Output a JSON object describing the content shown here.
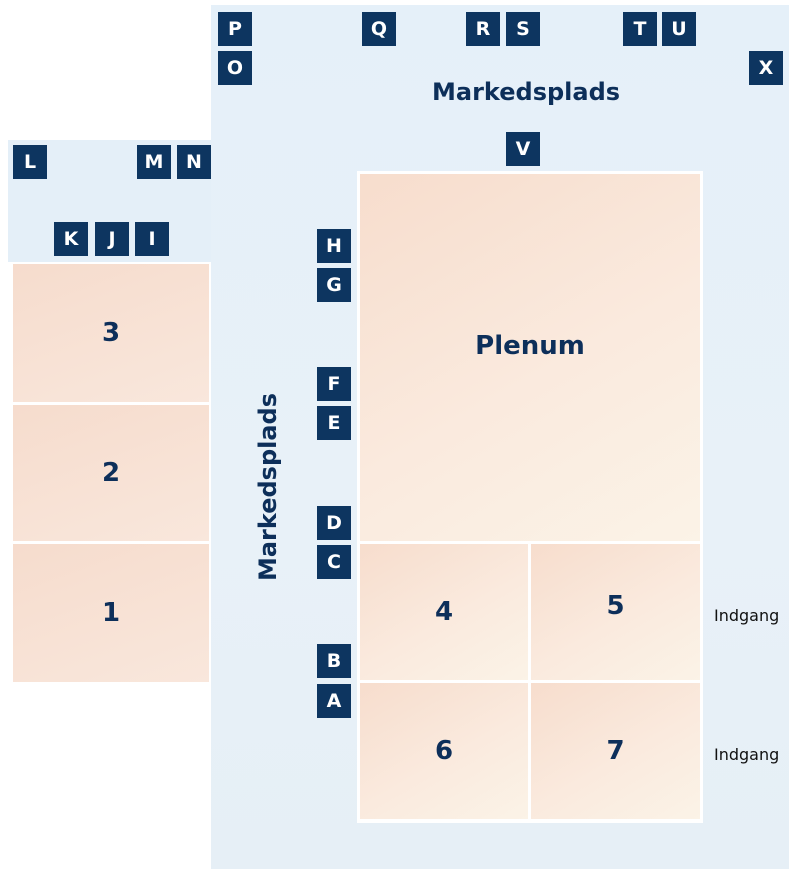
{
  "markets": {
    "top_label": "Markedsplads",
    "side_label": "Markedsplads"
  },
  "rooms": {
    "plenum": "Plenum",
    "r1": "1",
    "r2": "2",
    "r3": "3",
    "r4": "4",
    "r5": "5",
    "r6": "6",
    "r7": "7"
  },
  "booths": {
    "A": "A",
    "B": "B",
    "C": "C",
    "D": "D",
    "E": "E",
    "F": "F",
    "G": "G",
    "H": "H",
    "I": "I",
    "J": "J",
    "K": "K",
    "L": "L",
    "M": "M",
    "N": "N",
    "O": "O",
    "P": "P",
    "Q": "Q",
    "R": "R",
    "S": "S",
    "T": "T",
    "U": "U",
    "V": "V",
    "X": "X"
  },
  "entrances": {
    "upper": "Indgang",
    "lower": "Indgang"
  },
  "colors": {
    "booth": "#0d3560",
    "text": "#0d2f5a",
    "market_area": "#e5f0f9",
    "room_fill": "#f8e3d6"
  }
}
